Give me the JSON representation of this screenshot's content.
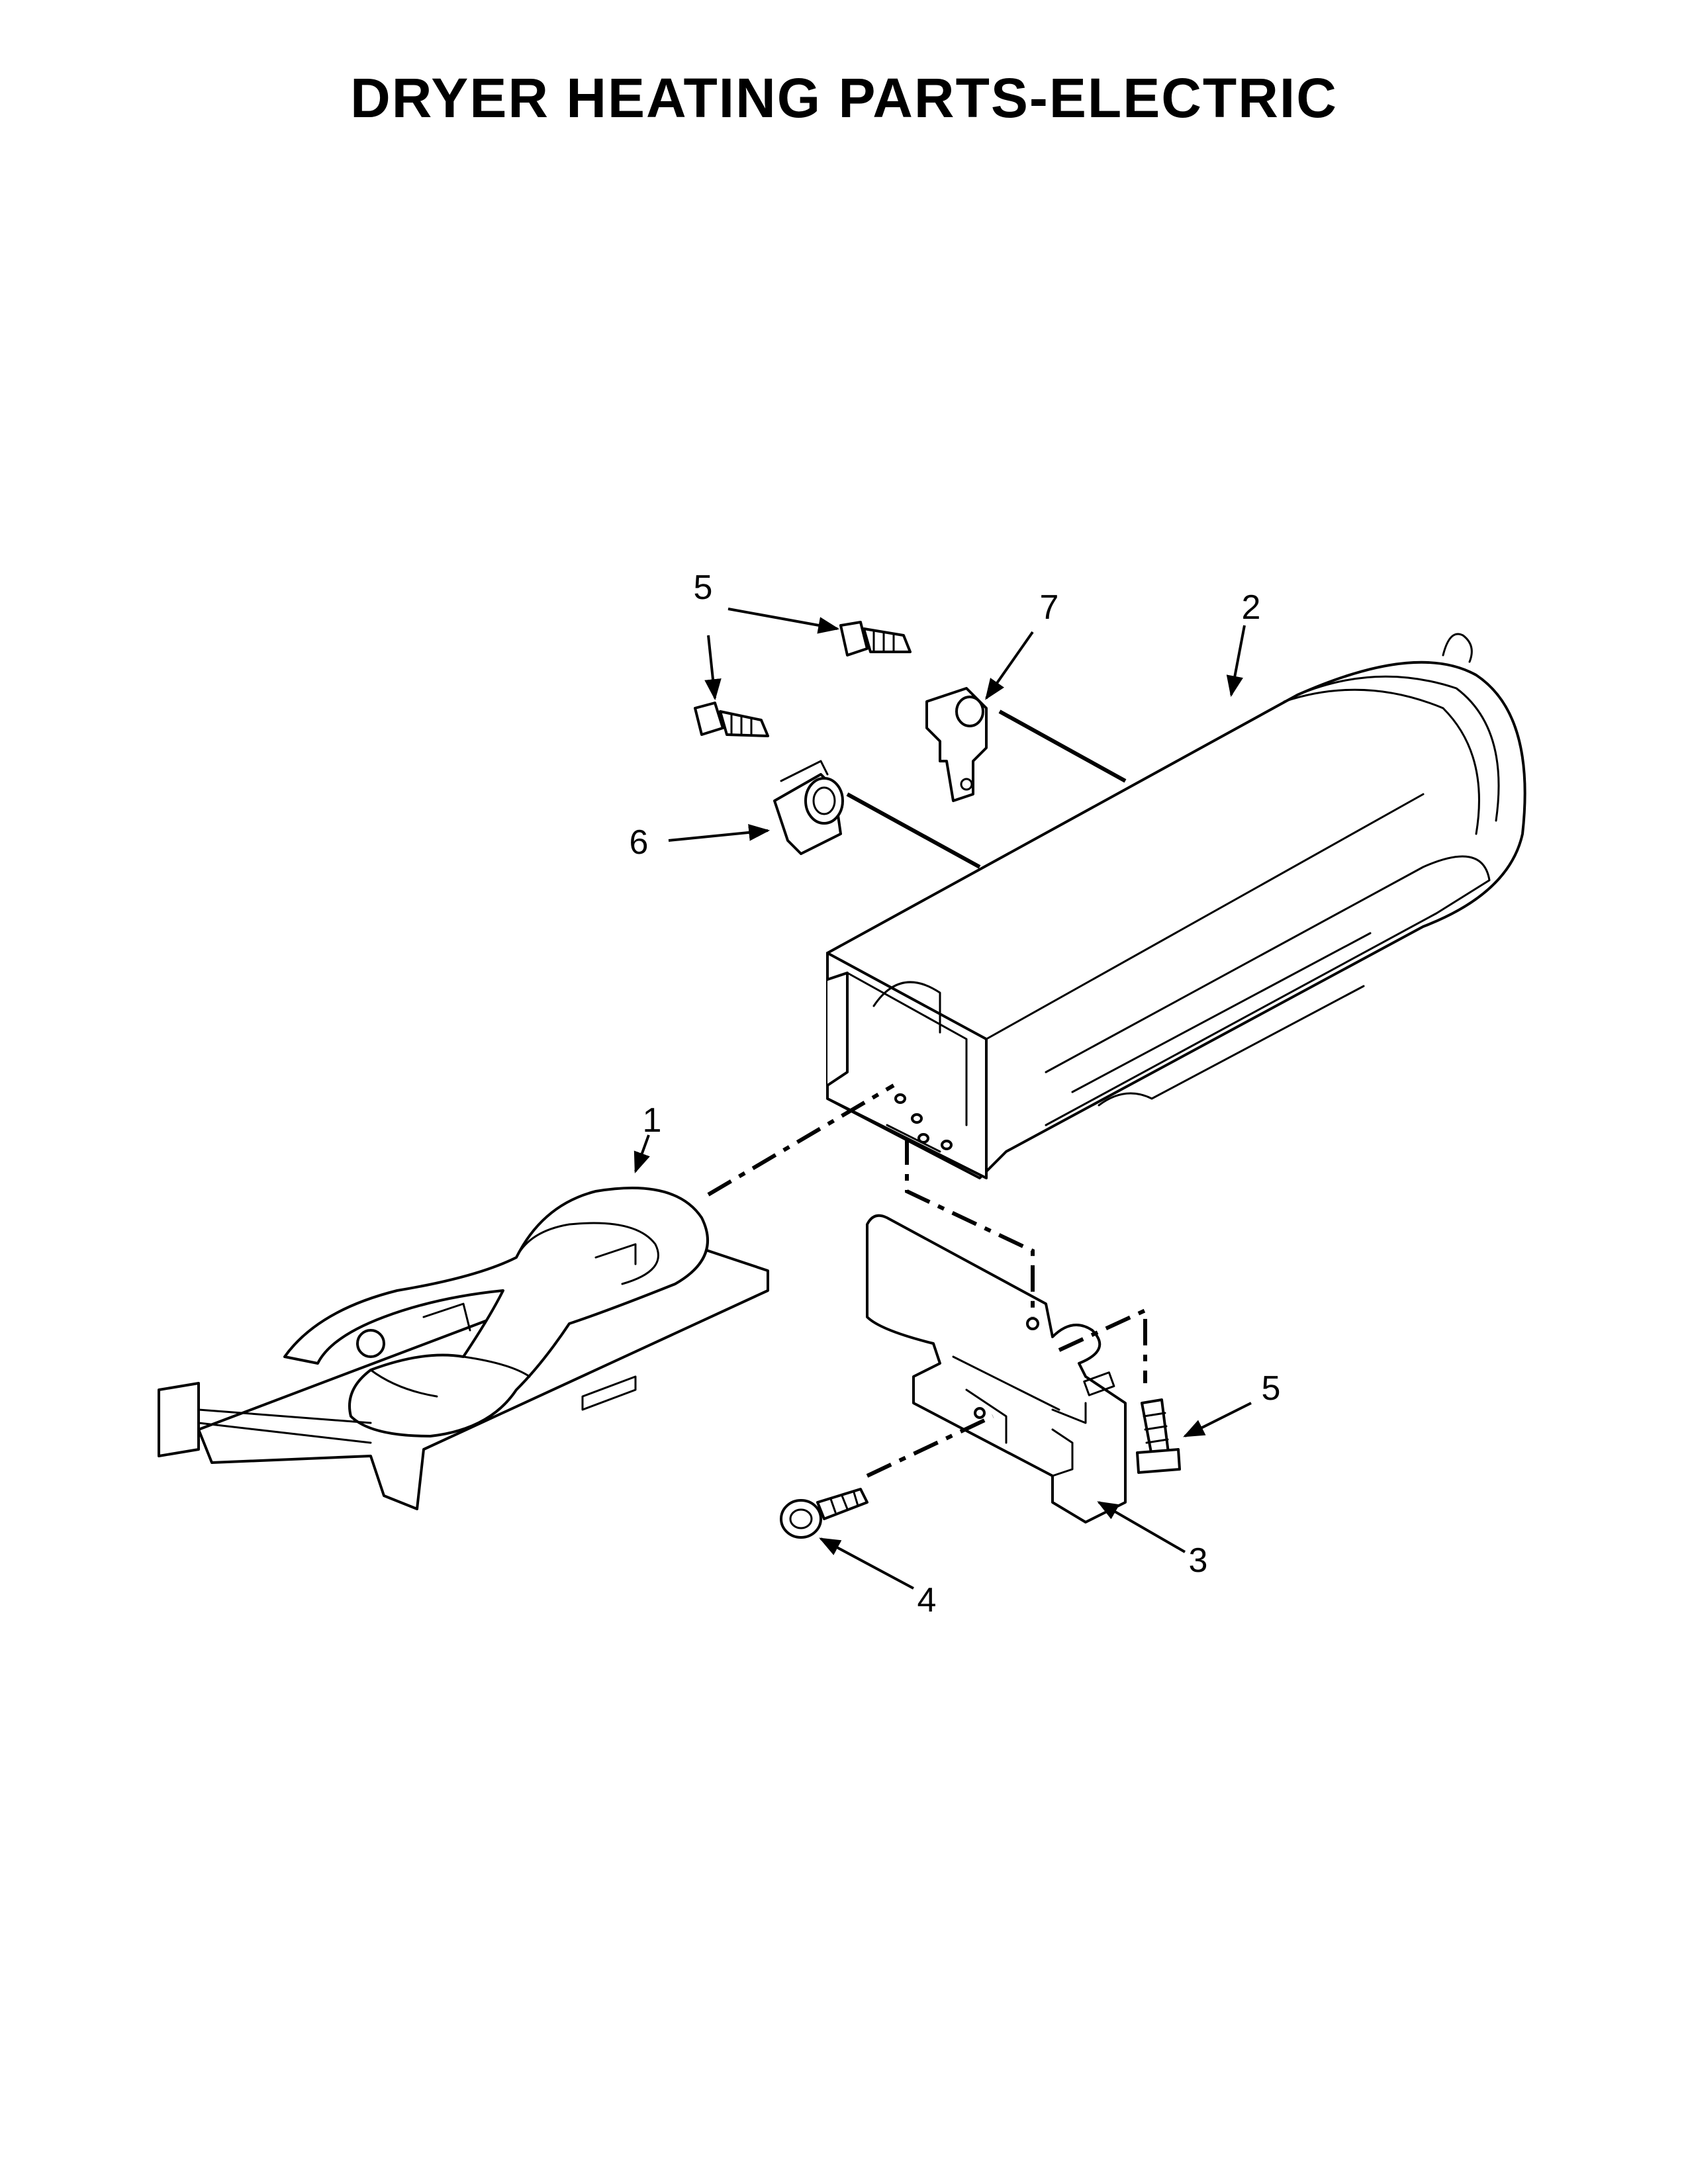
{
  "title": "DRYER HEATING PARTS-ELECTRIC",
  "callouts": {
    "c1": "1",
    "c2": "2",
    "c3": "3",
    "c4": "4",
    "c5a": "5",
    "c5b": "5",
    "c6": "6",
    "c7": "7"
  }
}
